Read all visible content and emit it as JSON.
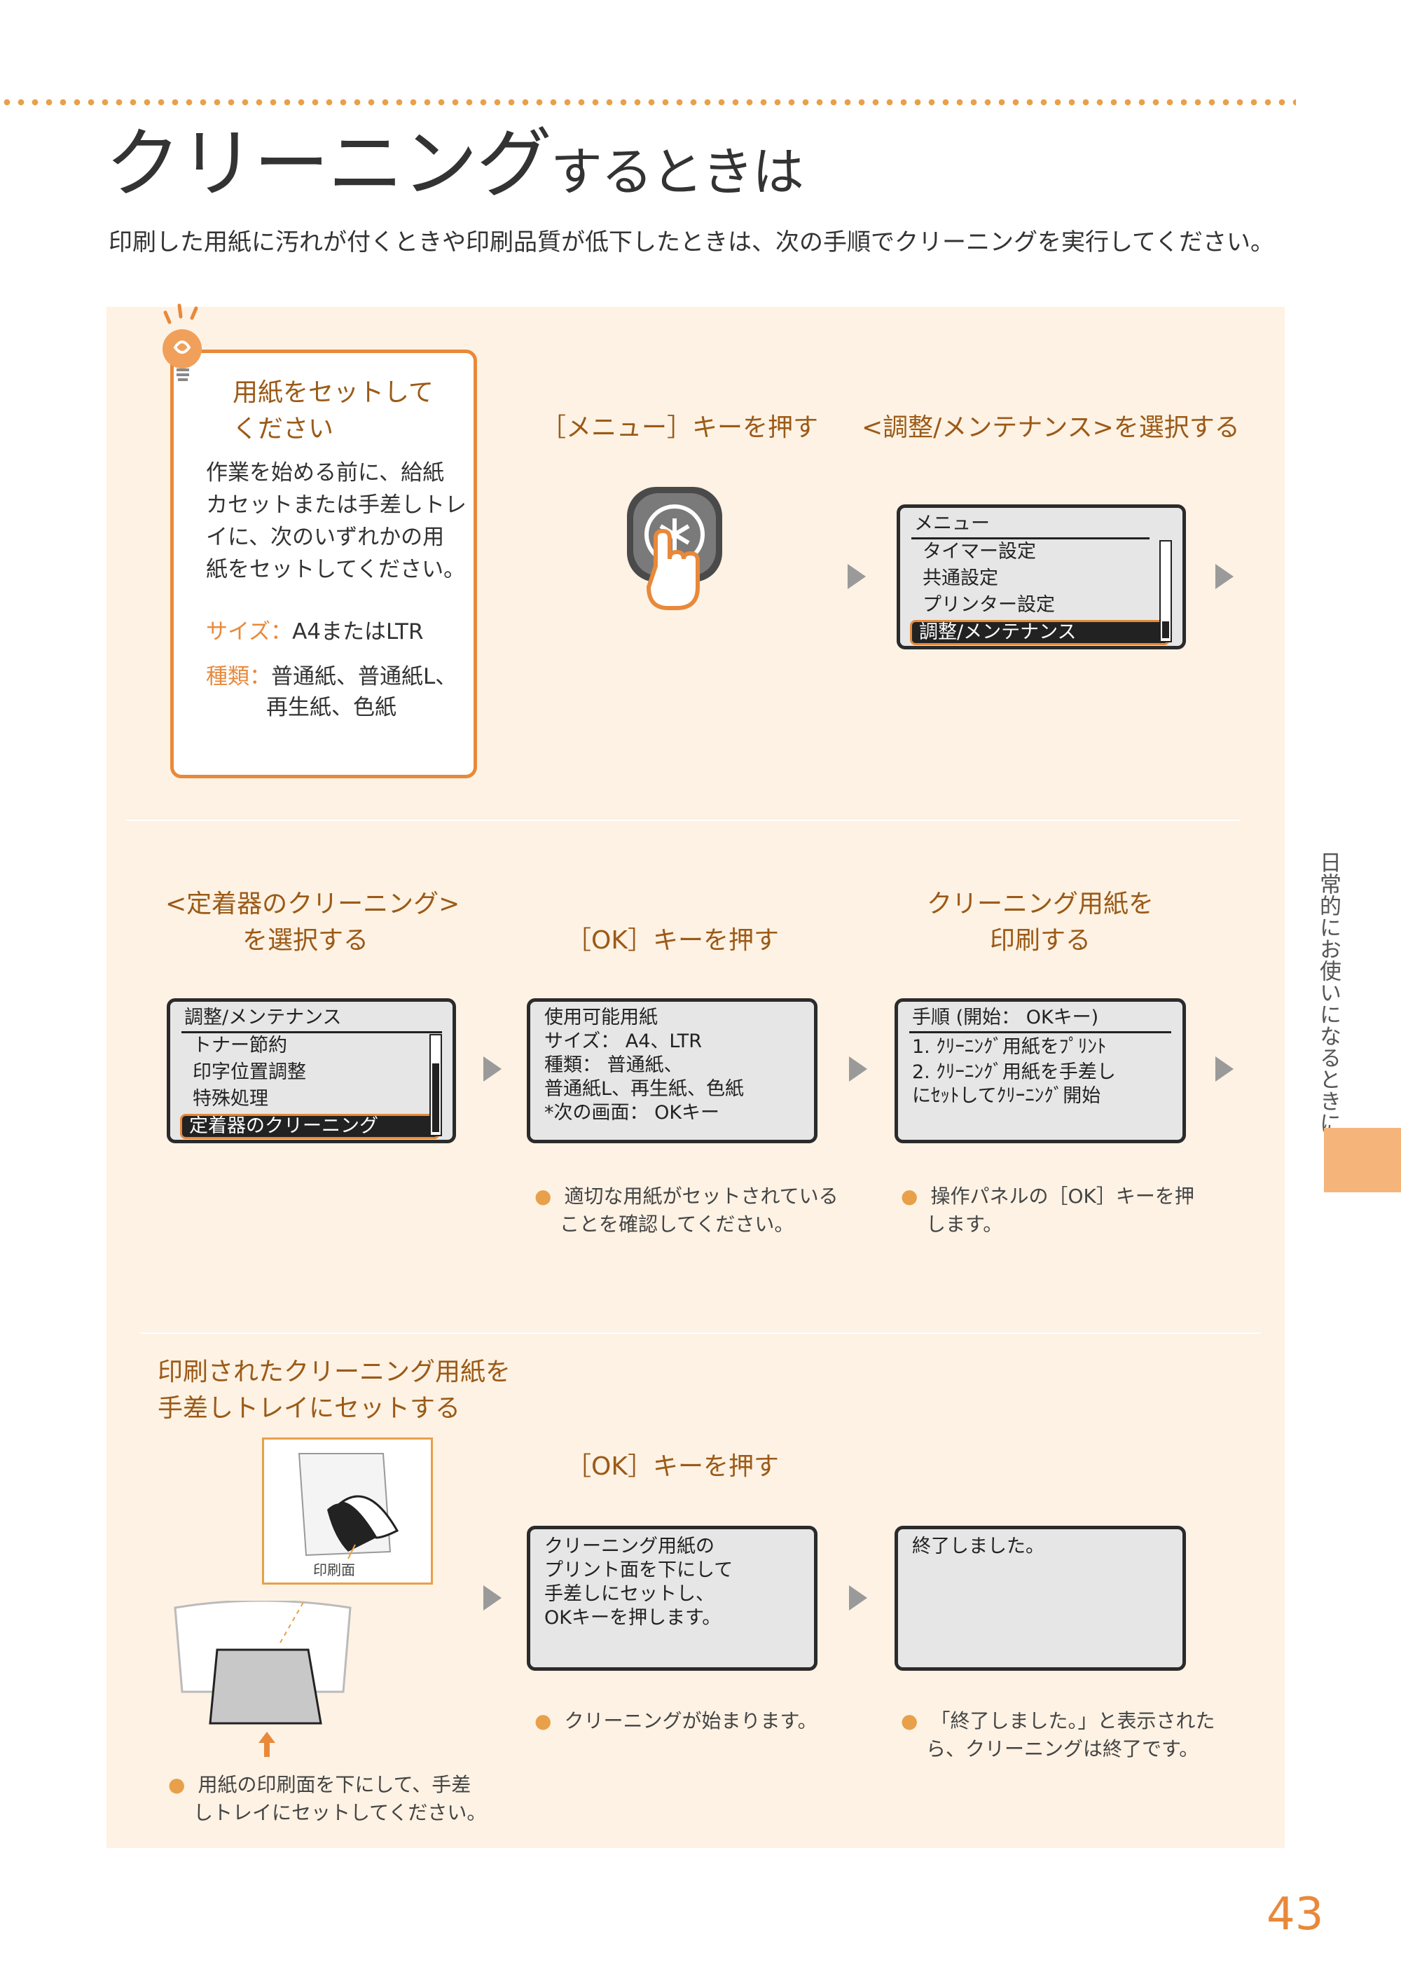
{
  "header": {
    "title_main": "クリーニング",
    "title_tail": "するときは",
    "subtitle": "印刷した用紙に汚れが付くときや印刷品質が低下したときは、次の手順でクリーニングを実行してください。"
  },
  "tip": {
    "title_line1": "用紙をセットして",
    "title_line2": "ください",
    "body": [
      "作業を始める前に、給紙",
      "カセットまたは手差しトレ",
      "イに、次のいずれかの用",
      "紙をセットしてください。"
    ],
    "size_key": "サイズ：",
    "size_value": "A4またはLTR",
    "type_key": "種類：",
    "type_value_1": "普通紙、普通紙L、",
    "type_value_2": "再生紙、色紙"
  },
  "steps": {
    "s1": "［メニュー］キーを押す",
    "s2": "<調整/メンテナンス>を選択する",
    "s3_line1": "<定着器のクリーニング>",
    "s3_line2": "を選択する",
    "s4": "［OK］キーを押す",
    "s5_line1": "クリーニング用紙を",
    "s5_line2": "印刷する",
    "s6_line1": "印刷されたクリーニング用紙を",
    "s6_line2": "手差しトレイにセットする",
    "s7": "［OK］キーを押す"
  },
  "screens": {
    "menu": {
      "title": "メニュー",
      "items": [
        "タイマー設定",
        "共通設定",
        "プリンター設定"
      ],
      "selected": "調整/メンテナンス"
    },
    "adjust": {
      "title": "調整/メンテナンス",
      "items": [
        "トナー節約",
        "印字位置調整",
        "特殊処理"
      ],
      "selected": "定着器のクリーニング"
    },
    "paper": {
      "lines": [
        "使用可能用紙",
        "サイズ： A4、LTR",
        "種類： 普通紙、",
        "普通紙L、再生紙、色紙",
        "*次の画面： OKキー"
      ]
    },
    "procedure": {
      "title": "手順 (開始： OKキー)",
      "lines": [
        "1. ｸﾘｰﾆﾝｸﾞ用紙をﾌﾟﾘﾝﾄ",
        "2. ｸﾘｰﾆﾝｸﾞ用紙を手差し",
        "にｾｯﾄしてｸﾘｰﾆﾝｸﾞ開始"
      ]
    },
    "setpaper": {
      "lines": [
        "クリーニング用紙の",
        "プリント面を下にして",
        "手差しにセットし、",
        "OKキーを押します。"
      ]
    },
    "done": {
      "lines": [
        "終了しました。"
      ]
    }
  },
  "notes": {
    "n1": [
      "適切な用紙がセットされている",
      "ことを確認してください。"
    ],
    "n2": [
      "操作パネルの［OK］キーを押",
      "します。"
    ],
    "n3": [
      "クリーニングが始まります。"
    ],
    "n4": [
      "「終了しました。」と表示された",
      "ら、クリーニングは終了です。"
    ],
    "n5": [
      "用紙の印刷面を下にして、手差",
      "しトレイにセットしてください。"
    ]
  },
  "illustration": {
    "label": "印刷面"
  },
  "side_tab": "日常的にお使いになるときに",
  "page_number": "43",
  "colors": {
    "accent": "#e8893a",
    "heading": "#9b5a17",
    "panel": "#fdf2e4"
  }
}
